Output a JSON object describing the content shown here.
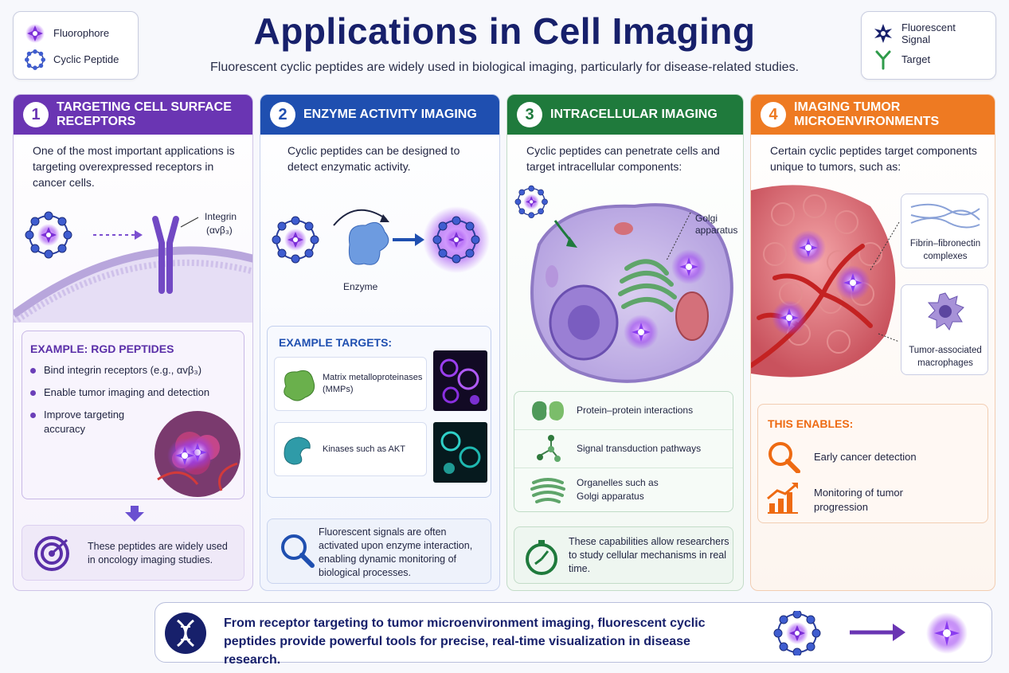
{
  "title": "Applications in Cell Imaging",
  "subtitle": "Fluorescent cyclic peptides are widely used in biological imaging, particularly for disease-related studies.",
  "legend_left": [
    {
      "label": "Fluorophore"
    },
    {
      "label": "Cyclic Peptide"
    }
  ],
  "legend_right": [
    {
      "label": "Fluorescent Signal"
    },
    {
      "label": "Target"
    }
  ],
  "colors": {
    "panel1": "#6a35b3",
    "panel2": "#1f4fb0",
    "panel3": "#1f7a3c",
    "panel4": "#ee7a22",
    "title": "#17206b"
  },
  "panels": [
    {
      "number": "1",
      "title": "TARGETING CELL SURFACE RECEPTORS",
      "intro": "One of the most important applications is targeting overexpressed receptors in cancer cells.",
      "integrin_label": "Integrin",
      "integrin_sub": "(αvβ₃)",
      "example_head": "EXAMPLE: RGD PEPTIDES",
      "bullets": [
        "Bind integrin receptors (e.g., αvβ₃)",
        "Enable tumor imaging and detection",
        "Improve targeting accuracy"
      ],
      "note": "These peptides are widely used in oncology imaging studies.",
      "icons": [
        "target-icon",
        "arrow-down-icon"
      ]
    },
    {
      "number": "2",
      "title": "ENZYME ACTIVITY IMAGING",
      "intro": "Cyclic peptides can be designed to detect enzymatic activity.",
      "enzyme_label": "Enzyme",
      "example_head": "EXAMPLE TARGETS:",
      "targets": [
        "Matrix metalloproteinases (MMPs)",
        "Kinases such as AKT"
      ],
      "note": "Fluorescent signals are often activated upon enzyme interaction, enabling dynamic monitoring of biological processes.",
      "icons": [
        "magnifier-icon"
      ]
    },
    {
      "number": "3",
      "title": "INTRACELLULAR IMAGING",
      "intro": "Cyclic peptides can penetrate cells and target intracellular components:",
      "golgi_label": "Golgi apparatus",
      "items": [
        "Protein–protein interactions",
        "Signal transduction pathways",
        "Organelles such as Golgi apparatus"
      ],
      "note": "These capabilities allow researchers to study cellular mechanisms in real time.",
      "icons": [
        "stopwatch-icon"
      ]
    },
    {
      "number": "4",
      "title": "IMAGING TUMOR MICROENVIRONMENTS",
      "intro": "Certain cyclic peptides target components unique to tumors, such as:",
      "callouts": [
        "Fibrin–fibronectin complexes",
        "Tumor-associated macrophages"
      ],
      "enables_head": "THIS ENABLES:",
      "enables": [
        "Early cancer detection",
        "Monitoring of tumor progression"
      ],
      "icons": [
        "search-icon",
        "growth-chart-icon"
      ]
    }
  ],
  "footer": {
    "text": "From receptor targeting to tumor microenvironment imaging, fluorescent cyclic peptides provide powerful tools for precise, real-time visualization in disease research.",
    "icons": [
      "dna-icon",
      "cyclic-peptide-icon",
      "arrow-right-icon",
      "glow-icon"
    ]
  }
}
